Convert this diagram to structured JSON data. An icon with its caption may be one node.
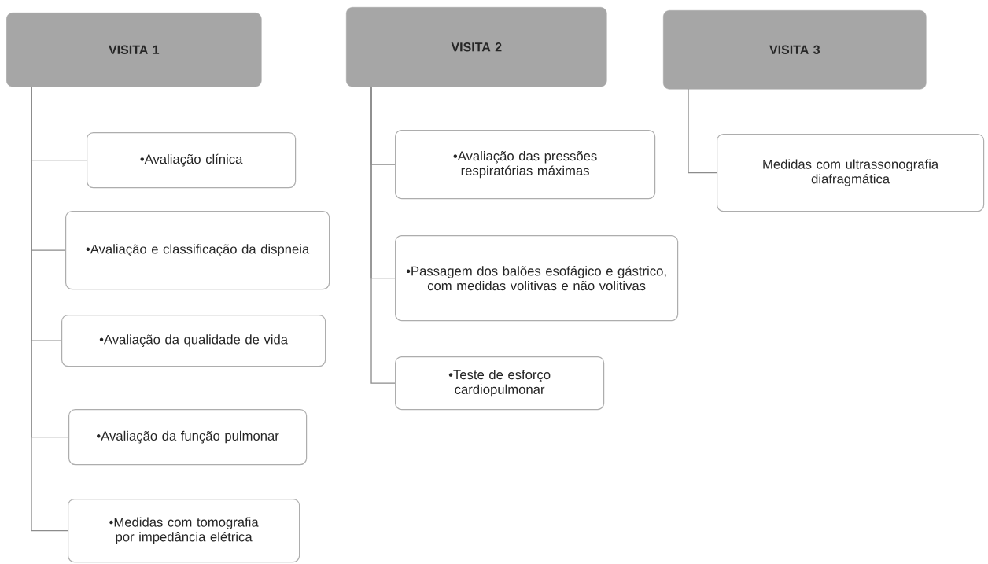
{
  "diagram": {
    "nodes": [
      {
        "text": [
          "VISITA 1"
        ]
      },
      {
        "text": [
          "•Avaliação clínica"
        ]
      },
      {
        "text": [
          "•Avaliação e classificação da dispneia"
        ]
      },
      {
        "text": [
          "•Avaliação da qualidade de vida"
        ]
      },
      {
        "text": [
          "•Avaliação da função pulmonar"
        ]
      },
      {
        "text": [
          "•Medidas com tomografia por impedância elétrica"
        ]
      },
      {
        "text": [
          "VISITA 2"
        ]
      },
      {
        "text": [
          "•Avaliação das pressões respiratórias máximas"
        ]
      },
      {
        "text": [
          "•Passagem dos balões esofágico e gástrico, com medidas volitivas e não volitivas"
        ]
      },
      {
        "text": [
          "•Teste de esforço cardiopulmonar"
        ]
      },
      {
        "text": [
          "VISITA 3"
        ]
      },
      {
        "text": [
          "Medidas com ultrassonografia diafragmática"
        ]
      }
    ],
    "edges": [
      {
        "from": 0,
        "to": 1,
        "arrow": "none"
      },
      {
        "from": 0,
        "to": 2,
        "arrow": "none"
      },
      {
        "from": 0,
        "to": 3,
        "arrow": "none"
      },
      {
        "from": 0,
        "to": 4,
        "arrow": "none"
      },
      {
        "from": 0,
        "to": 5,
        "arrow": "none"
      },
      {
        "from": 6,
        "to": 7,
        "arrow": "none"
      },
      {
        "from": 6,
        "to": 8,
        "arrow": "none"
      },
      {
        "from": 6,
        "to": 9,
        "arrow": "none"
      },
      {
        "from": 10,
        "to": 11,
        "arrow": "none"
      }
    ]
  }
}
